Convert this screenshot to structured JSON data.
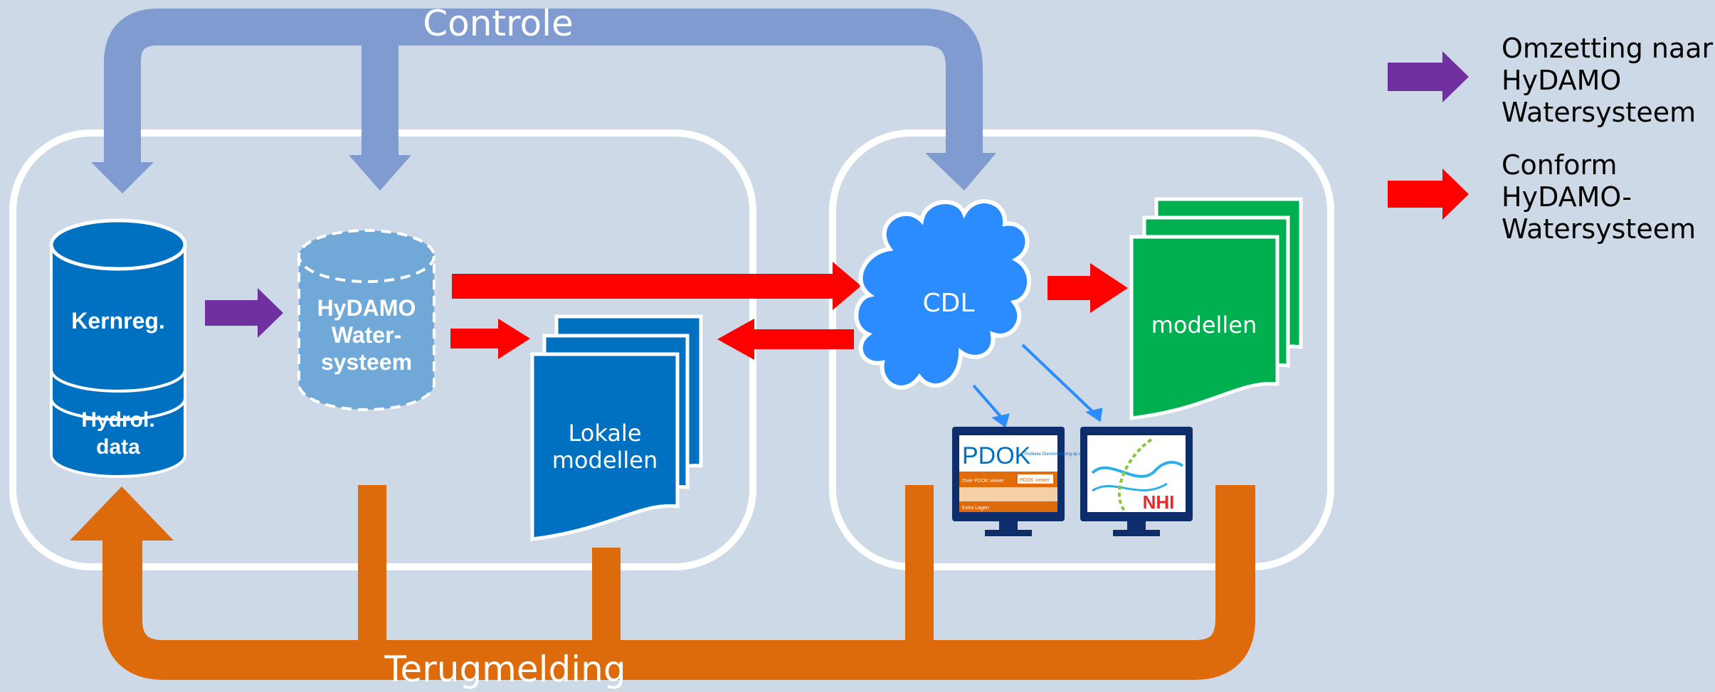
{
  "flows": {
    "control_label": "Controle",
    "feedback_label": "Terugmelding"
  },
  "nodes": {
    "kernreg": "Kernreg.",
    "hydrol_line1": "Hydrol.",
    "hydrol_line2": "data",
    "hydamo_line1": "HyDAMO",
    "hydamo_line2": "Water-",
    "hydamo_line3": "systeem",
    "lokale_line1": "Lokale",
    "lokale_line2": "modellen",
    "cdl": "CDL",
    "modellen": "modellen"
  },
  "viewers": {
    "pdok_logo": "PDOK",
    "pdok_tagline": "Publieke Dienstverlening op de Kaart",
    "pdok_tab1": "Over PDOK viewer",
    "pdok_tab2": "PDOK viewer",
    "pdok_sub": "Extra Lagen",
    "nhi_logo": "NHI"
  },
  "legend": {
    "purple_text": "Omzetting naar\nHyDAMO\nWatersysteem",
    "red_text": "Conform\nHyDAMO-\nWatersysteem"
  },
  "colors": {
    "background": "#cdd9e6",
    "control_arrow": "#7f9bd0",
    "feedback_arrow": "#dd6a0b",
    "red_arrow": "#ff0000",
    "purple_arrow": "#7030a0",
    "database_blue": "#0070c0",
    "hydamo_blue": "#70a8d8",
    "cloud_blue": "#2b8cff",
    "model_green": "#00b050",
    "monitor_navy": "#0d2d6b"
  }
}
